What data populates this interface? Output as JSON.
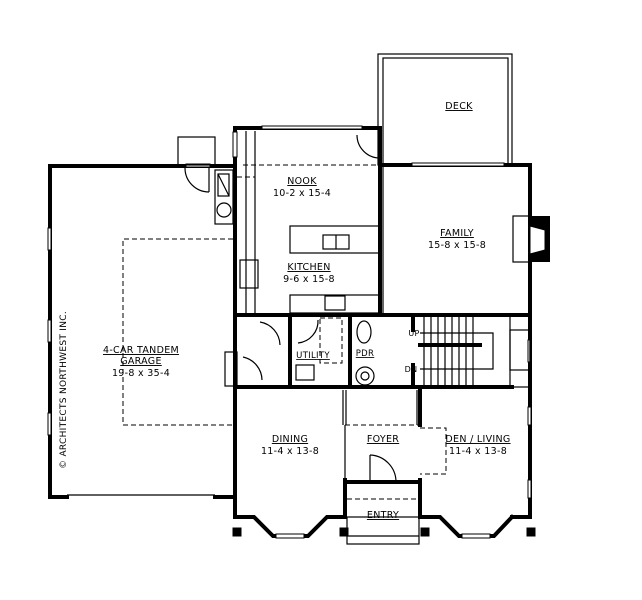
{
  "plan": {
    "type": "architectural floor plan",
    "copyright": "© ARCHITECTS NORTHWEST INC.",
    "rooms": [
      {
        "id": "deck",
        "name": "DECK",
        "dims": ""
      },
      {
        "id": "nook",
        "name": "NOOK",
        "dims": "10-2 x 15-4"
      },
      {
        "id": "kitchen",
        "name": "KITCHEN",
        "dims": "9-6 x 15-8"
      },
      {
        "id": "family",
        "name": "FAMILY",
        "dims": "15-8 x 15-8"
      },
      {
        "id": "garage",
        "name": "4-CAR TANDEM",
        "name2": "GARAGE",
        "dims": "19-8 x 35-4"
      },
      {
        "id": "utility",
        "name": "UTILITY",
        "dims": ""
      },
      {
        "id": "pdr",
        "name": "PDR",
        "dims": ""
      },
      {
        "id": "dining",
        "name": "DINING",
        "dims": "11-4 x 13-8"
      },
      {
        "id": "foyer",
        "name": "FOYER",
        "dims": ""
      },
      {
        "id": "den",
        "name": "DEN / LIVING",
        "dims": "11-4 x 13-8"
      },
      {
        "id": "entry",
        "name": "ENTRY",
        "dims": ""
      }
    ],
    "stairs": {
      "up": "UP",
      "down": "DN"
    }
  }
}
